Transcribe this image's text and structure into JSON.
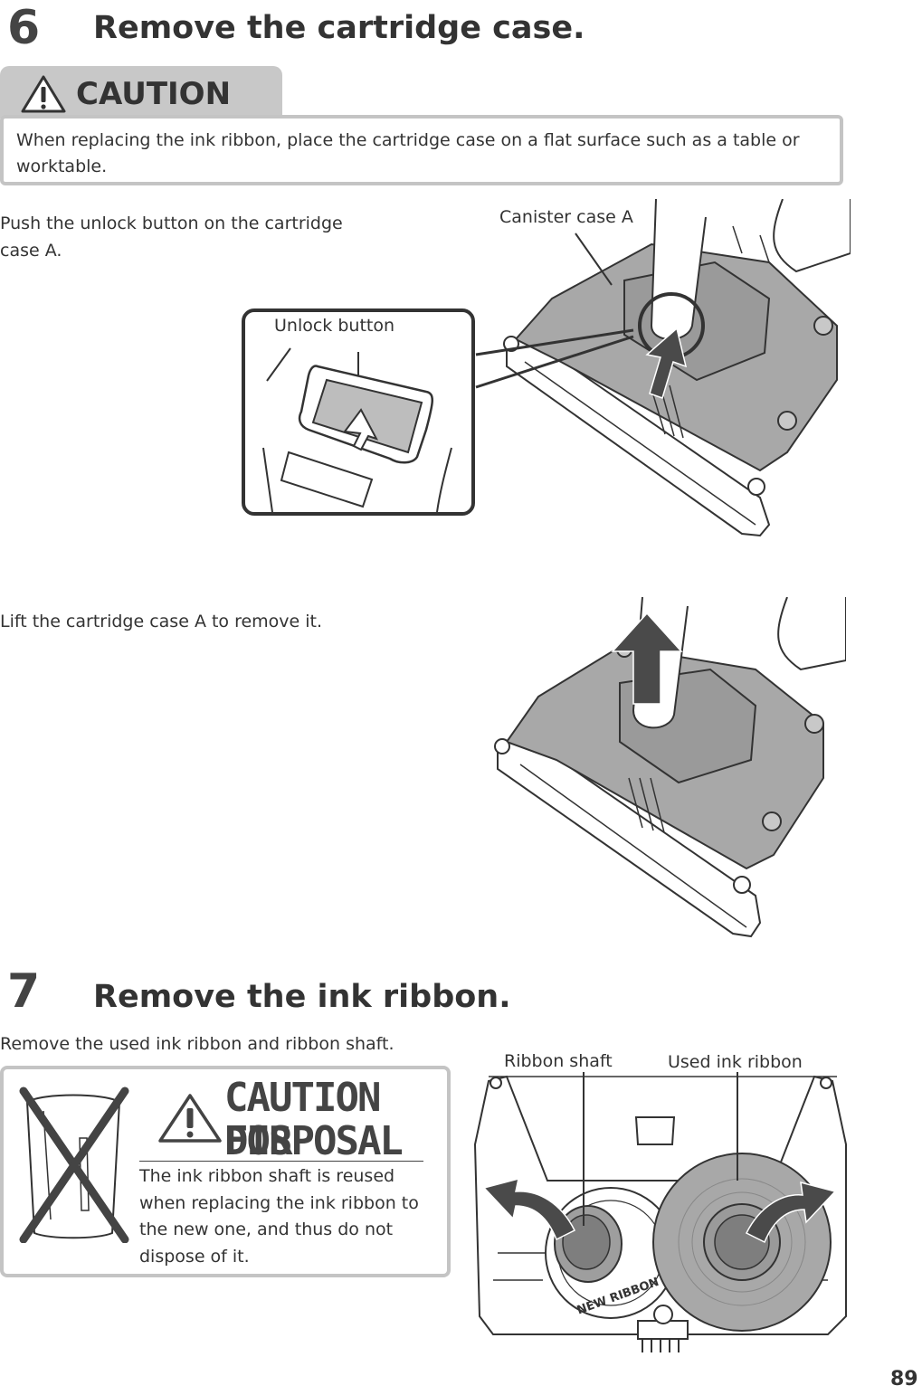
{
  "step6": {
    "number": "6",
    "title": "Remove the cartridge case."
  },
  "caution": {
    "label": "CAUTION",
    "text": "When replacing the ink ribbon, place the cartridge case on a flat surface such as a table or worktable."
  },
  "instruction1": "Push the unlock button on the cartridge case A.",
  "labels": {
    "canister_case": "Canister case A",
    "unlock_button": "Unlock button",
    "ribbon_shaft": "Ribbon shaft",
    "used_ink_ribbon": "Used ink ribbon"
  },
  "instruction2": "Lift the cartridge case A to remove it.",
  "step7": {
    "number": "7",
    "title": "Remove the ink ribbon."
  },
  "instruction3": "Remove the used ink ribbon and ribbon shaft.",
  "disposal": {
    "title_line1": "CAUTION FOR",
    "title_line2": "DISPOSAL",
    "text": "The ink ribbon shaft is reused when replacing the ink ribbon to the new one, and thus do not dispose of it."
  },
  "ribbon_print": "NEW RIBBON",
  "page_number": "89",
  "colors": {
    "case_gray": "#a8a8a8",
    "arrow_dark": "#4a4a4a",
    "frame_gray": "#c4c4c4"
  }
}
